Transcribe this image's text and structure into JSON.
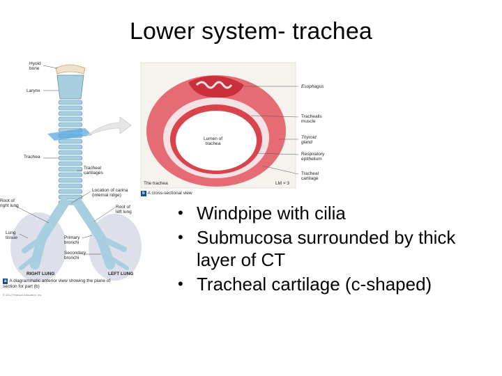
{
  "slide": {
    "title": "Lower system- trachea",
    "bullets": [
      "Windpipe with cilia",
      "Submucosa surrounded by thick layer of CT",
      "Tracheal cartilage (c-shaped)"
    ]
  },
  "figure_a": {
    "labels": {
      "hyoid": "Hyoid\nbone",
      "larynx": "Larynx",
      "trachea": "Trachea",
      "tracheal_cartilages": "Tracheal\ncartilages",
      "carina": "Location of carina\n(internal ridge)",
      "root_right": "Root of\nright lung",
      "root_left": "Root of\nleft lung",
      "lung_tissue": "Lung\ntissue",
      "primary_bronchi": "Primary\nbronchi",
      "secondary_bronchi": "Secondary\nbronchi",
      "right_lung": "RIGHT LUNG",
      "left_lung": "LEFT LUNG"
    },
    "caption_badge": "a",
    "caption": "A diagrammatic anterior view showing the plane of\nsection for part (b)",
    "copyright": "© 2012 Pearson Education, Inc."
  },
  "figure_b": {
    "labels": {
      "esophagus": "Esophagus",
      "trachealis": "Trachealis\nmuscle",
      "lumen": "Lumen of\ntrachea",
      "thyroid": "Thyroid\ngland",
      "respiratory": "Respiratory\nepithelium",
      "tracheal_cartilage": "Tracheal\ncartilage",
      "the_trachea": "The trachea",
      "magnification": "LM × 3"
    },
    "caption_badge": "b",
    "caption": "A cross-sectional view"
  },
  "colors": {
    "cartilage": "#a8cfe0",
    "tissue": "#d9434c",
    "tissue_light": "#f1b7bf",
    "arrow": "#e6e6e6",
    "plane": "#5aa9e0",
    "badge": "#1a4e8a"
  }
}
